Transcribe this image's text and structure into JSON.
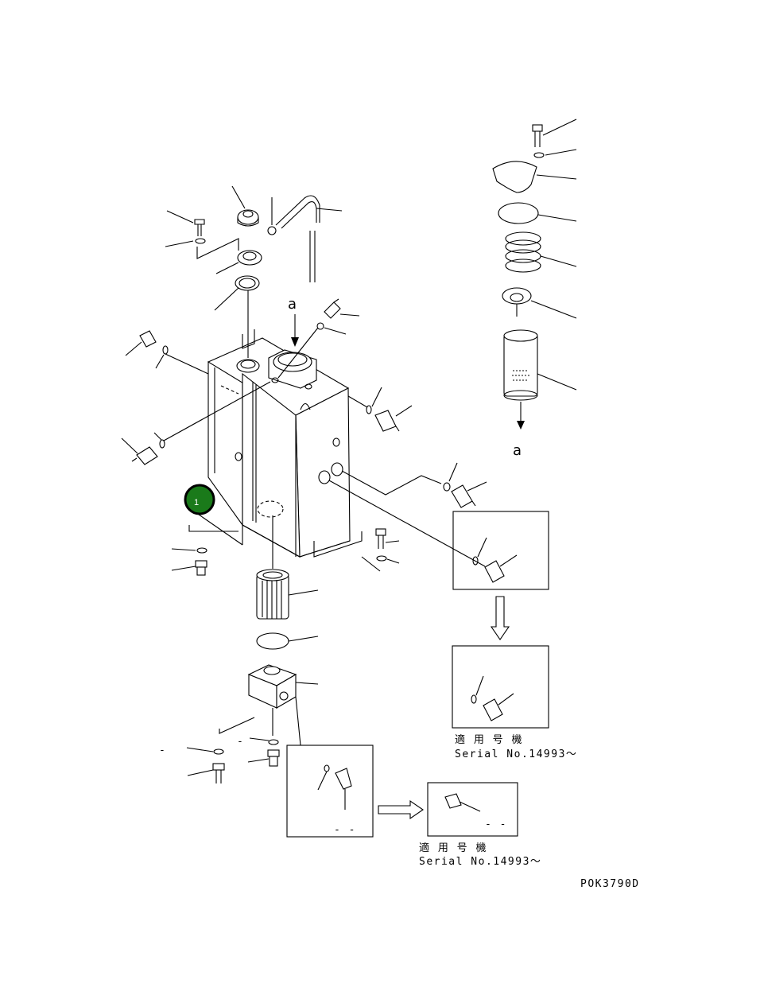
{
  "colors": {
    "badge_fill": "#1a7a1a",
    "badge_ring": "#000000",
    "line": "#000000"
  },
  "badge": {
    "number": "1"
  },
  "labels": {
    "view_a_top": "a",
    "view_a_bottom": "a"
  },
  "inset_1": {
    "title": "適 用 号 機",
    "serial": "Serial No.14993～"
  },
  "inset_2": {
    "title": "適 用 号 機",
    "serial": "Serial No.14993～"
  },
  "drawing_code": "POK3790D",
  "dash_marks": {
    "m1": "-  -",
    "m2": "-  -",
    "m3": "-",
    "m4": "-"
  }
}
